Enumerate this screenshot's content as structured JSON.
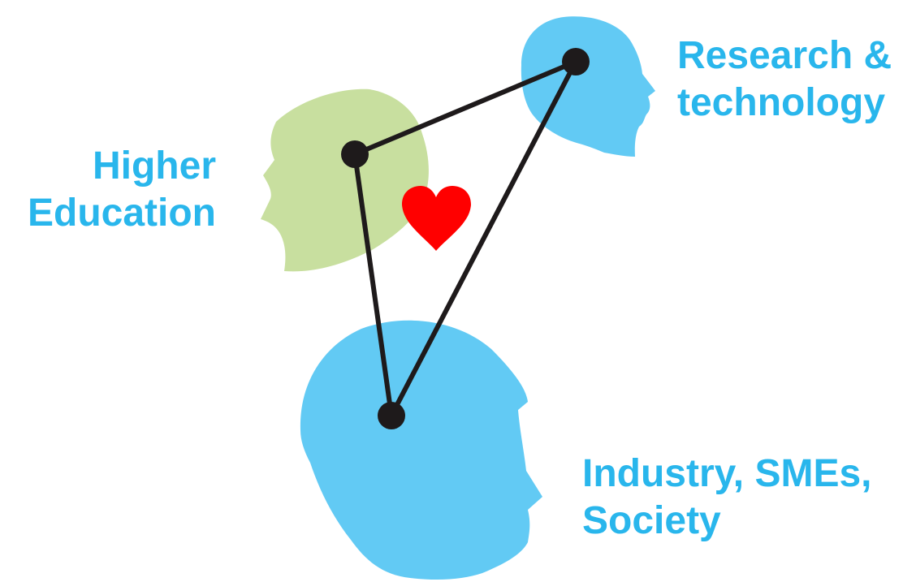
{
  "colors": {
    "label_text": "#29b6ec",
    "head_green": "#c8df9f",
    "head_blue": "#62caf4",
    "connector": "#1e1a1b",
    "heart": "#ff0000"
  },
  "nodes": {
    "higher_education": {
      "label_lines": [
        "Higher",
        "Education"
      ],
      "head_icon": "head-profile-icon",
      "head_color": "green"
    },
    "research_technology": {
      "label_lines": [
        "Research &",
        "technology"
      ],
      "head_icon": "head-profile-icon",
      "head_color": "blue"
    },
    "industry_society": {
      "label_lines": [
        "Industry, SMEs,",
        "Society"
      ],
      "head_icon": "head-profile-icon",
      "head_color": "blue"
    }
  },
  "center_icon": "heart-icon",
  "edges": [
    [
      "higher_education",
      "research_technology"
    ],
    [
      "higher_education",
      "industry_society"
    ],
    [
      "research_technology",
      "industry_society"
    ]
  ]
}
